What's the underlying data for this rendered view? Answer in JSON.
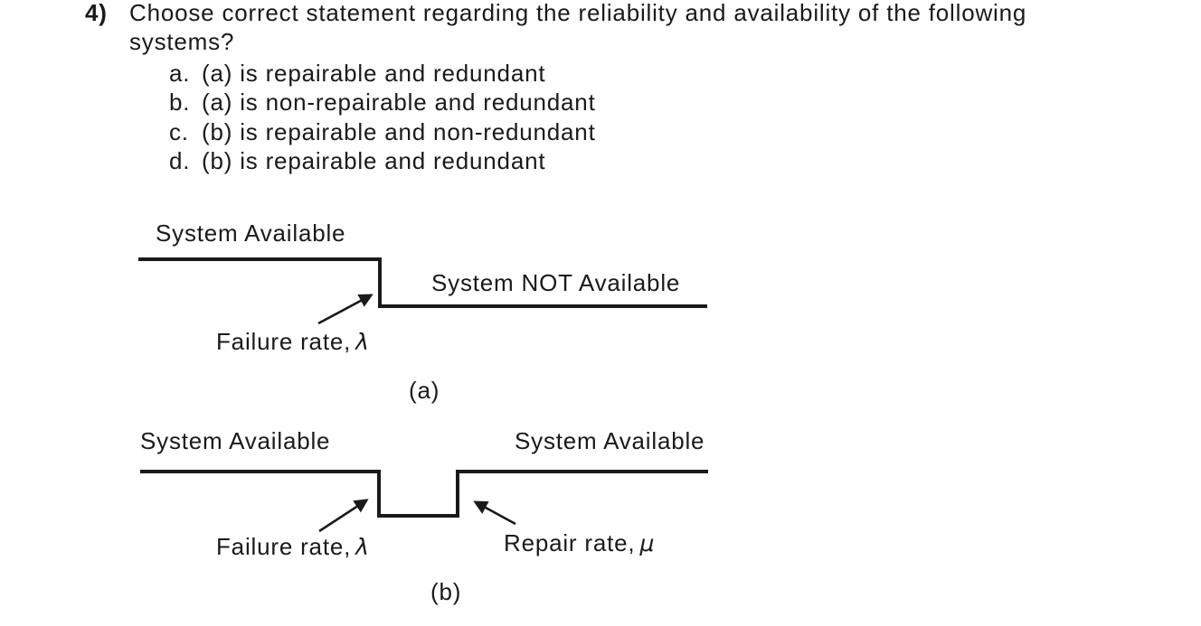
{
  "colors": {
    "ink": "#1a1a1a",
    "background": "#ffffff"
  },
  "question": {
    "number": "4)",
    "text": "Choose correct statement regarding the reliability and availability of the following systems?",
    "options": [
      {
        "letter": "a.",
        "text": "(a) is repairable and redundant"
      },
      {
        "letter": "b.",
        "text": "(a) is non-repairable and redundant"
      },
      {
        "letter": "c.",
        "text": "(b) is repairable and non-redundant"
      },
      {
        "letter": "d.",
        "text": "(b) is repairable and redundant"
      }
    ]
  },
  "diagram_a": {
    "available_label": "System Available",
    "not_available_label": "System NOT Available",
    "failure_label": {
      "text": "Failure rate,",
      "symbol": "λ"
    },
    "caption": "(a)"
  },
  "diagram_b": {
    "available_left_label": "System Available",
    "available_right_label": "System Available",
    "failure_label": {
      "text": "Failure rate,",
      "symbol": "λ"
    },
    "repair_label": {
      "text": "Repair rate,",
      "symbol": "μ"
    },
    "caption": "(b)"
  }
}
